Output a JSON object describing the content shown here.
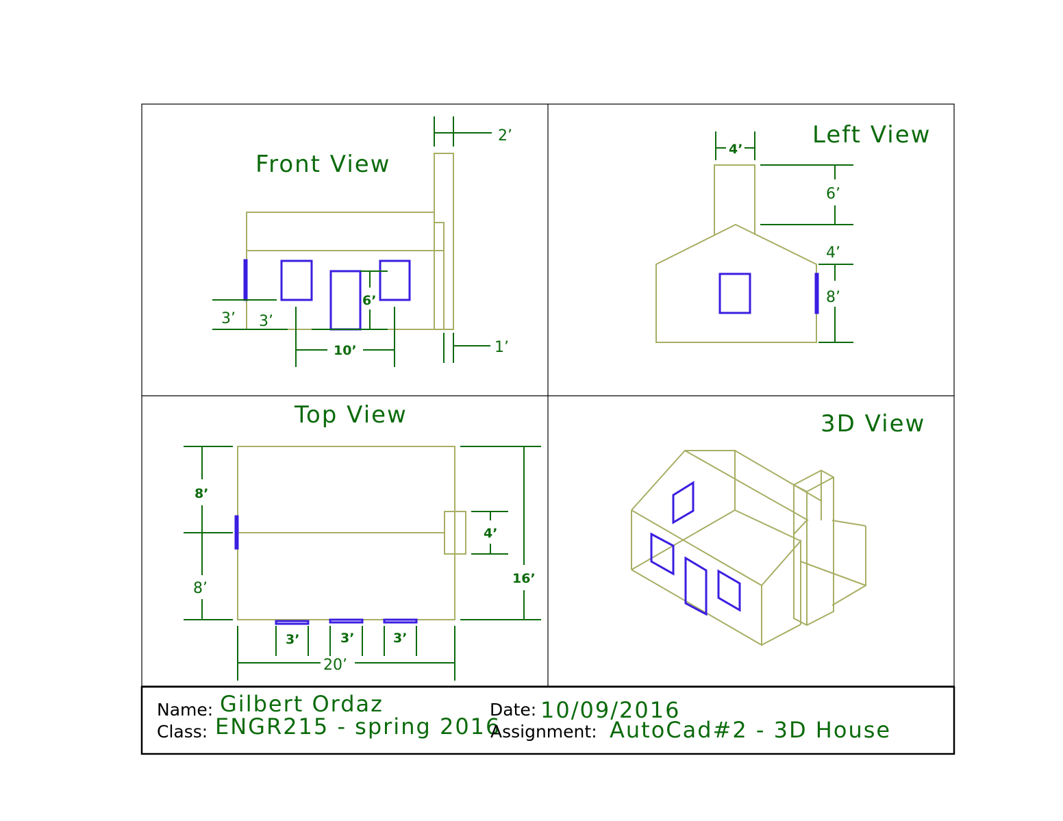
{
  "views": {
    "front": {
      "title": "Front View",
      "dims": {
        "chimney_width": "2’",
        "setback": "1’",
        "height": "6’",
        "left_edge": "3’",
        "window_width": "3’",
        "span": "10’"
      }
    },
    "left": {
      "title": "Left View",
      "dims": {
        "chimney_width": "4’",
        "chimney_height": "6’",
        "roof_rise": "4’",
        "wall_height": "8’"
      }
    },
    "top": {
      "title": "Top View",
      "dims": {
        "upper_half": "8’",
        "lower_half": "8’",
        "chimney": "4’",
        "depth": "16’",
        "win1": "3’",
        "win2": "3’",
        "win3": "3’",
        "length": "20’"
      }
    },
    "iso": {
      "title": "3D View"
    }
  },
  "title_block": {
    "name_label": "Name:",
    "name_value": "Gilbert Ordaz",
    "class_label": "Class:",
    "class_value": "ENGR215 - spring 2016",
    "date_label": "Date:",
    "date_value": "10/09/2016",
    "assignment_label": "Assignment:",
    "assignment_value": "AutoCad#2 - 3D House"
  },
  "colors": {
    "outline": "#A8AE63",
    "window": "#3A1EE0",
    "dimension": "#0B6A0B",
    "border": "#000000"
  }
}
